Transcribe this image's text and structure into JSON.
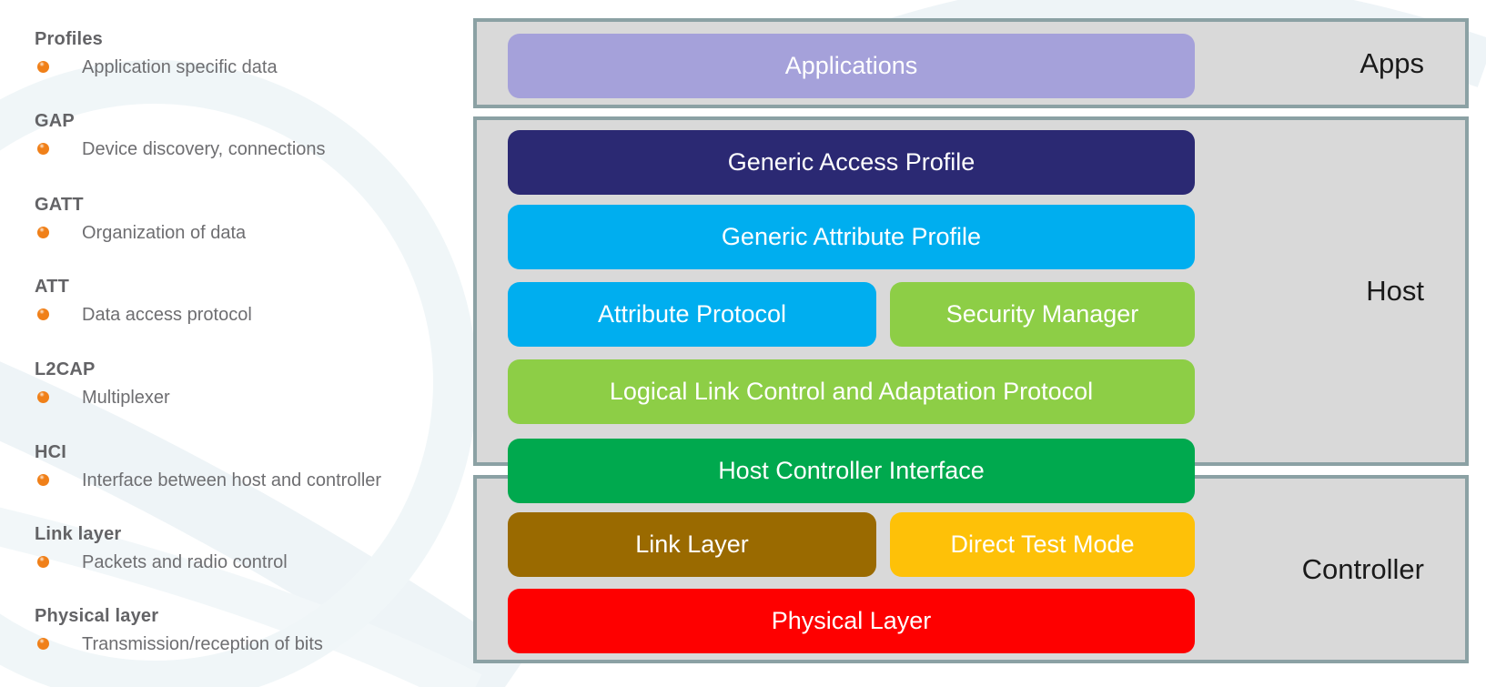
{
  "page": {
    "background": "#ffffff"
  },
  "glossary": {
    "bullet_color": "#f08019",
    "term_color": "#636366",
    "description_color": "#6e6e71",
    "items": [
      {
        "term": "Profiles",
        "description": "Application specific data"
      },
      {
        "term": "GAP",
        "description": "Device discovery, connections"
      },
      {
        "term": "GATT",
        "description": "Organization of data"
      },
      {
        "term": "ATT",
        "description": "Data access protocol"
      },
      {
        "term": "L2CAP",
        "description": "Multiplexer"
      },
      {
        "term": "HCI",
        "description": "Interface between host and controller"
      },
      {
        "term": "Link layer",
        "description": "Packets and radio control"
      },
      {
        "term": "Physical layer",
        "description": "Transmission/reception of bits"
      }
    ]
  },
  "stack": {
    "box_fill": "#d9d9d9",
    "box_border": "#8ba1a4",
    "section_label_color": "#1a1a1a",
    "layer_text_color": "#ffffff",
    "sections": {
      "apps": {
        "label": "Apps"
      },
      "host": {
        "label": "Host"
      },
      "controller": {
        "label": "Controller"
      }
    },
    "layers": {
      "applications": {
        "label": "Applications",
        "color": "#a5a1da"
      },
      "gap": {
        "label": "Generic Access Profile",
        "color": "#2b2973"
      },
      "gatt": {
        "label": "Generic Attribute Profile",
        "color": "#00aeef"
      },
      "att": {
        "label": "Attribute Protocol",
        "color": "#00aeef"
      },
      "smp": {
        "label": "Security Manager",
        "color": "#8dce46"
      },
      "l2cap": {
        "label": "Logical Link Control and Adaptation Protocol",
        "color": "#8dce46"
      },
      "hci": {
        "label": "Host Controller Interface",
        "color": "#00a94e"
      },
      "link_layer": {
        "label": "Link Layer",
        "color": "#9a6a00"
      },
      "dtm": {
        "label": "Direct Test Mode",
        "color": "#fec108"
      },
      "phy": {
        "label": "Physical Layer",
        "color": "#fe0000"
      }
    }
  }
}
